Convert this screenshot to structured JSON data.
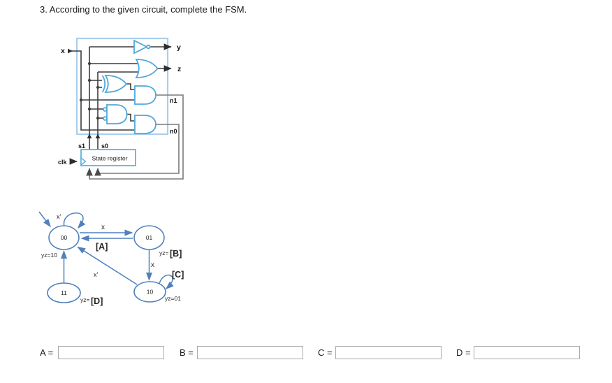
{
  "title": "3. According to the given circuit, complete the FSM.",
  "circuit": {
    "input_label": "x",
    "output_y_label": "y",
    "output_z_label": "z",
    "next_state_n1_label": "n1",
    "next_state_n0_label": "n0",
    "state_bit_s1_label": "s1",
    "state_bit_s0_label": "s0",
    "clk_label": "clk",
    "register_label": "State register",
    "colors": {
      "box_outline": "#a9cfec",
      "gate_outline": "#4fa8dc",
      "wire": "#3d3d3d",
      "feedback_wire": "#7a7a7a"
    }
  },
  "fsm": {
    "colors": {
      "line": "#4f81bd",
      "label_text": "#262626"
    },
    "states": [
      {
        "label": "00",
        "output": "yz=10"
      },
      {
        "label": "01",
        "output_prefix": "yz=",
        "output_value": "[B]"
      },
      {
        "label": "10",
        "output": "yz=01",
        "self_loop_label": "[C]"
      },
      {
        "label": "11",
        "output_prefix": "yz=",
        "output_value": "[D]"
      }
    ],
    "transitions": {
      "self_00": "x'",
      "t00_01": "x",
      "t01_00": "[A]",
      "t01_10": "x",
      "t10_00": "x'"
    }
  },
  "answers": [
    {
      "label": "A =",
      "value": ""
    },
    {
      "label": "B =",
      "value": ""
    },
    {
      "label": "C =",
      "value": ""
    },
    {
      "label": "D =",
      "value": ""
    }
  ]
}
